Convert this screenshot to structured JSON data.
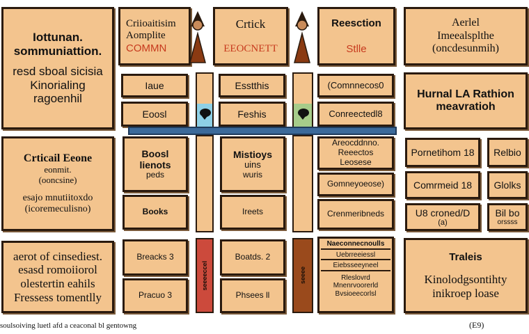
{
  "left_column": {
    "box1": [
      "Iottunan.",
      "sommuniattion.",
      "resd sboal sicisia",
      "Kinorialing",
      "ragoenhil"
    ],
    "box2": [
      "Crticail Eeone",
      "eonmit.",
      "(ooncsine)",
      "esajo mnutiitoxdo",
      "(icoremeculisno)"
    ],
    "box3": [
      "aerot of cinsediest.",
      "esasd romoiiorol",
      "olestertin eahils",
      "Fressess tomentlly"
    ]
  },
  "header": {
    "h1": [
      "Criioaitisim",
      "Aomplite",
      "COMMN"
    ],
    "h2": [
      "Crtick",
      "EEOCNETT"
    ],
    "h3": [
      "Reesction",
      "Stlle"
    ]
  },
  "right_column": {
    "r1": [
      "Aerlel",
      "Imeealsplthe",
      "(oncdesunmih)"
    ],
    "r2": [
      "Hurnal LA Rathion",
      "meavratioh"
    ],
    "r3a": "Pornetihom 18",
    "r3b": "Relbio",
    "r4a": "Comrmeid 18",
    "r4b": "Glolks",
    "r5a": [
      "U8 croned/D",
      "(a)"
    ],
    "r5b": [
      "Bil bo",
      "orssss"
    ],
    "r6": [
      "Traleis",
      "Kinolodgsontihty",
      "inikroep loase"
    ]
  },
  "grid": {
    "c1_r1": "Iaue",
    "c1_r2": "Eoosl",
    "c1_big": [
      "Boosl",
      "lienots",
      "peds"
    ],
    "c1_books": "Books",
    "c1_b1": "Breacks  3",
    "c1_b2": "Pracuo  3",
    "c2_r1": "Esstthis",
    "c2_r2": "Feshis",
    "c2_big": [
      "Mistioys",
      "uins",
      "wuris"
    ],
    "c2_b": "Ireets",
    "c2_b1": "Boatds. 2",
    "c2_b2": "Phsees  ll",
    "c3_r1": "(Comnnecos0",
    "c3_r2": "Conreectedl8",
    "c3_big": [
      "Areocddnno.",
      "Reeectos",
      "Leosese"
    ],
    "c3_mid": "Gomneyoeose)",
    "c3_low": "Crenmeribneds",
    "c3_stack": [
      "Naeconnecnoulls",
      "Uebrreeiessl",
      "Eiebsseeyneel",
      "Rleslovrd",
      "Mnenrvoorerld",
      "Bvsioeecorlsl"
    ]
  },
  "strips": {
    "red_label": "seeeeccel",
    "brown_label": "seeee"
  },
  "footer": {
    "caption": "soulsoiving luetl afd a ceaconal bl gentowng",
    "page": "(E9)"
  }
}
